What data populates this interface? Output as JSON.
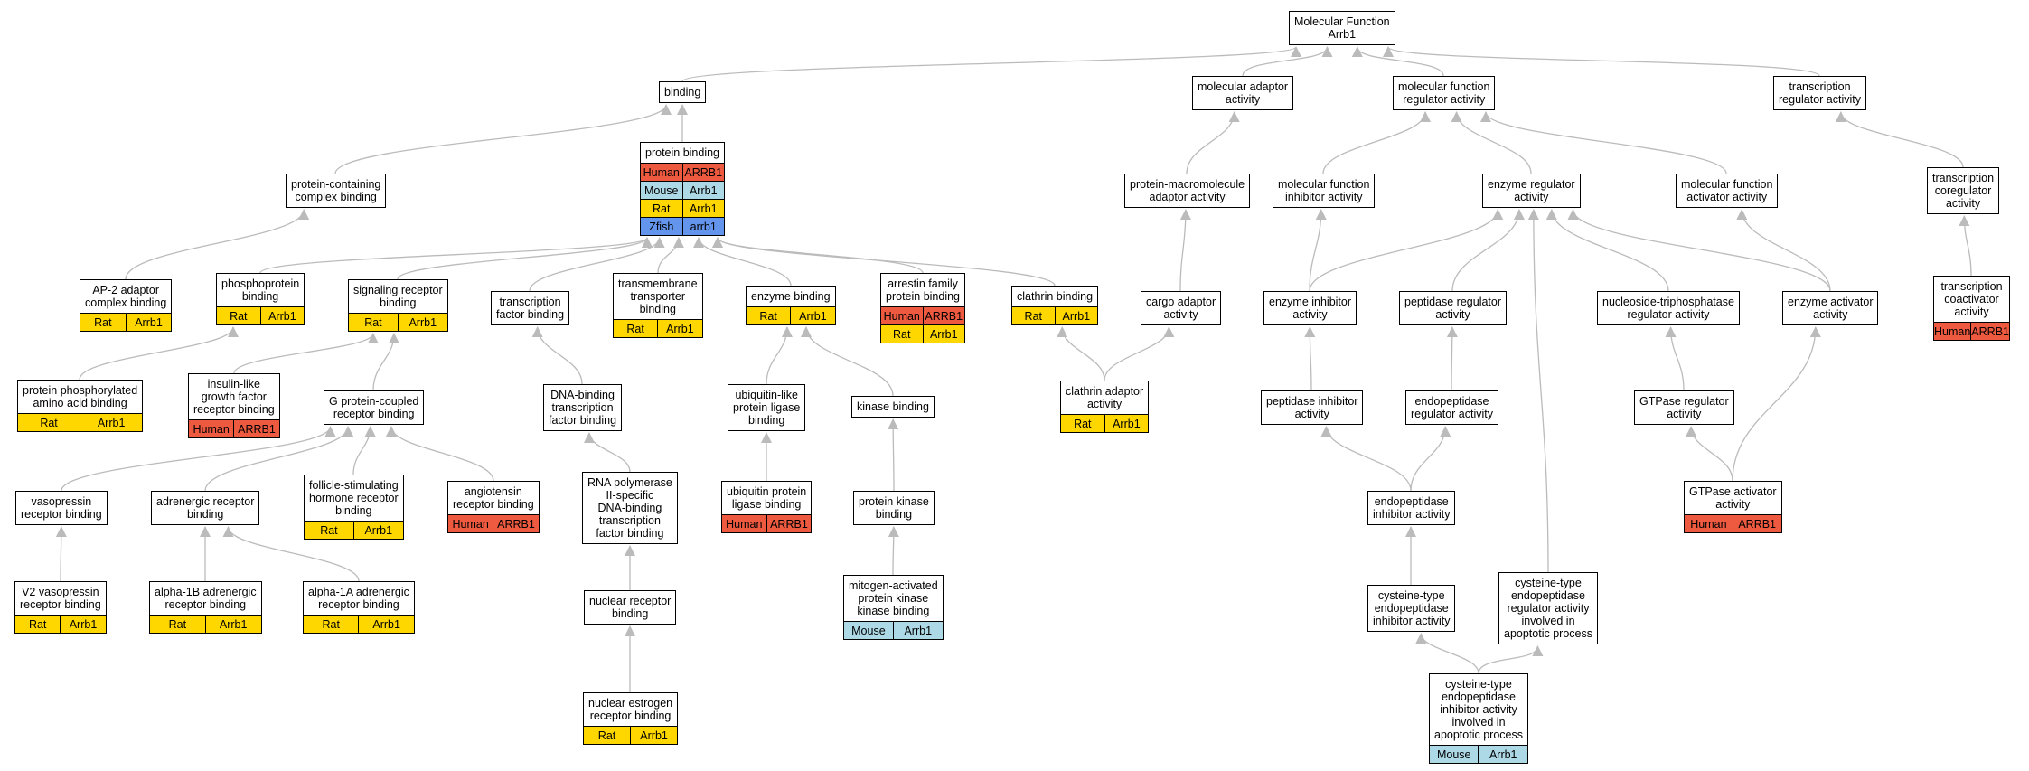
{
  "colors": {
    "Human": "#ee5a40",
    "Mouse": "#add8e6",
    "Rat": "#ffd700",
    "Zfish": "#6495ed",
    "edge": "#bbbbbb"
  },
  "nodes": [
    {
      "id": "mf",
      "label": "Molecular Function\nArrb1",
      "rows": []
    },
    {
      "id": "binding",
      "label": "binding",
      "rows": []
    },
    {
      "id": "molecular_adaptor",
      "label": "molecular adaptor\nactivity",
      "rows": []
    },
    {
      "id": "mf_regulator",
      "label": "molecular function\nregulator activity",
      "rows": []
    },
    {
      "id": "transcription_regulator",
      "label": "transcription\nregulator activity",
      "rows": []
    },
    {
      "id": "protein_binding",
      "label": "protein binding",
      "rows": [
        [
          "Human",
          "ARRB1"
        ],
        [
          "Mouse",
          "Arrb1"
        ],
        [
          "Rat",
          "Arrb1"
        ],
        [
          "Zfish",
          "arrb1"
        ]
      ]
    },
    {
      "id": "protein_containing_complex",
      "label": "protein-containing\ncomplex binding",
      "rows": []
    },
    {
      "id": "protein_macromolecule_adaptor",
      "label": "protein-macromolecule\nadaptor activity",
      "rows": []
    },
    {
      "id": "mf_inhibitor",
      "label": "molecular function\ninhibitor activity",
      "rows": []
    },
    {
      "id": "enzyme_regulator",
      "label": "enzyme regulator\nactivity",
      "rows": []
    },
    {
      "id": "mf_activator",
      "label": "molecular function\nactivator activity",
      "rows": []
    },
    {
      "id": "transcription_coregulator",
      "label": "transcription\ncoregulator\nactivity",
      "rows": []
    },
    {
      "id": "ap2_adaptor",
      "label": "AP-2 adaptor\ncomplex binding",
      "rows": [
        [
          "Rat",
          "Arrb1"
        ]
      ]
    },
    {
      "id": "phosphoprotein",
      "label": "phosphoprotein\nbinding",
      "rows": [
        [
          "Rat",
          "Arrb1"
        ]
      ]
    },
    {
      "id": "signaling_receptor",
      "label": "signaling receptor\nbinding",
      "rows": [
        [
          "Rat",
          "Arrb1"
        ]
      ]
    },
    {
      "id": "transcription_factor",
      "label": "transcription\nfactor binding",
      "rows": []
    },
    {
      "id": "transmembrane_transporter",
      "label": "transmembrane\ntransporter\nbinding",
      "rows": [
        [
          "Rat",
          "Arrb1"
        ]
      ]
    },
    {
      "id": "enzyme_binding",
      "label": "enzyme binding",
      "rows": [
        [
          "Rat",
          "Arrb1"
        ]
      ]
    },
    {
      "id": "arrestin_family",
      "label": "arrestin family\nprotein binding",
      "rows": [
        [
          "Human",
          "ARRB1"
        ],
        [
          "Rat",
          "Arrb1"
        ]
      ]
    },
    {
      "id": "clathrin_binding",
      "label": "clathrin binding",
      "rows": [
        [
          "Rat",
          "Arrb1"
        ]
      ]
    },
    {
      "id": "cargo_adaptor",
      "label": "cargo adaptor\nactivity",
      "rows": []
    },
    {
      "id": "enzyme_inhibitor",
      "label": "enzyme inhibitor\nactivity",
      "rows": []
    },
    {
      "id": "peptidase_regulator",
      "label": "peptidase regulator\nactivity",
      "rows": []
    },
    {
      "id": "ntpase_regulator",
      "label": "nucleoside-triphosphatase\nregulator activity",
      "rows": []
    },
    {
      "id": "enzyme_activator",
      "label": "enzyme activator\nactivity",
      "rows": []
    },
    {
      "id": "transcription_coactivator",
      "label": "transcription\ncoactivator\nactivity",
      "rows": [
        [
          "Human",
          "ARRB1"
        ]
      ]
    },
    {
      "id": "protein_phosphorylated_aa",
      "label": "protein phosphorylated\namino acid binding",
      "rows": [
        [
          "Rat",
          "Arrb1"
        ]
      ]
    },
    {
      "id": "insulin_like_gf",
      "label": "insulin-like\ngrowth factor\nreceptor binding",
      "rows": [
        [
          "Human",
          "ARRB1"
        ]
      ]
    },
    {
      "id": "gpcr_binding",
      "label": "G protein-coupled\nreceptor binding",
      "rows": []
    },
    {
      "id": "dna_binding_tf",
      "label": "DNA-binding\ntranscription\nfactor binding",
      "rows": []
    },
    {
      "id": "ubiquitin_like_ligase",
      "label": "ubiquitin-like\nprotein ligase\nbinding",
      "rows": []
    },
    {
      "id": "kinase_binding",
      "label": "kinase binding",
      "rows": []
    },
    {
      "id": "clathrin_adaptor",
      "label": "clathrin adaptor\nactivity",
      "rows": [
        [
          "Rat",
          "Arrb1"
        ]
      ]
    },
    {
      "id": "peptidase_inhibitor",
      "label": "peptidase inhibitor\nactivity",
      "rows": []
    },
    {
      "id": "endopeptidase_regulator",
      "label": "endopeptidase\nregulator activity",
      "rows": []
    },
    {
      "id": "gtpase_regulator",
      "label": "GTPase regulator\nactivity",
      "rows": []
    },
    {
      "id": "vasopressin_receptor",
      "label": "vasopressin\nreceptor binding",
      "rows": []
    },
    {
      "id": "adrenergic_receptor",
      "label": "adrenergic receptor\nbinding",
      "rows": []
    },
    {
      "id": "fsh_receptor",
      "label": "follicle-stimulating\nhormone receptor\nbinding",
      "rows": [
        [
          "Rat",
          "Arrb1"
        ]
      ]
    },
    {
      "id": "angiotensin_receptor",
      "label": "angiotensin\nreceptor binding",
      "rows": [
        [
          "Human",
          "ARRB1"
        ]
      ]
    },
    {
      "id": "rna_pol2_tf",
      "label": "RNA polymerase\nII-specific\nDNA-binding\ntranscription\nfactor binding",
      "rows": []
    },
    {
      "id": "ubiquitin_ligase",
      "label": "ubiquitin protein\nligase binding",
      "rows": [
        [
          "Human",
          "ARRB1"
        ]
      ]
    },
    {
      "id": "protein_kinase",
      "label": "protein kinase\nbinding",
      "rows": []
    },
    {
      "id": "endopeptidase_inhibitor",
      "label": "endopeptidase\ninhibitor activity",
      "rows": []
    },
    {
      "id": "gtpase_activator",
      "label": "GTPase activator\nactivity",
      "rows": [
        [
          "Human",
          "ARRB1"
        ]
      ]
    },
    {
      "id": "v2_vasopressin",
      "label": "V2 vasopressin\nreceptor binding",
      "rows": [
        [
          "Rat",
          "Arrb1"
        ]
      ]
    },
    {
      "id": "alpha1b_adrenergic",
      "label": "alpha-1B adrenergic\nreceptor binding",
      "rows": [
        [
          "Rat",
          "Arrb1"
        ]
      ]
    },
    {
      "id": "alpha1a_adrenergic",
      "label": "alpha-1A adrenergic\nreceptor binding",
      "rows": [
        [
          "Rat",
          "Arrb1"
        ]
      ]
    },
    {
      "id": "nuclear_receptor",
      "label": "nuclear receptor\nbinding",
      "rows": []
    },
    {
      "id": "mapkk_binding",
      "label": "mitogen-activated\nprotein kinase\nkinase binding",
      "rows": [
        [
          "Mouse",
          "Arrb1"
        ]
      ]
    },
    {
      "id": "cys_endopeptidase_inhibitor",
      "label": "cysteine-type\nendopeptidase\ninhibitor activity",
      "rows": []
    },
    {
      "id": "cys_endopeptidase_reg_apoptotic",
      "label": "cysteine-type\nendopeptidase\nregulator activity\ninvolved in\napoptotic process",
      "rows": []
    },
    {
      "id": "nuclear_estrogen",
      "label": "nuclear estrogen\nreceptor binding",
      "rows": [
        [
          "Rat",
          "Arrb1"
        ]
      ]
    },
    {
      "id": "cys_endopeptidase_inh_apoptotic",
      "label": "cysteine-type\nendopeptidase\ninhibitor activity\ninvolved in\napoptotic process",
      "rows": [
        [
          "Mouse",
          "Arrb1"
        ]
      ]
    }
  ],
  "edges": [
    [
      "binding",
      "mf"
    ],
    [
      "molecular_adaptor",
      "mf"
    ],
    [
      "mf_regulator",
      "mf"
    ],
    [
      "transcription_regulator",
      "mf"
    ],
    [
      "protein_binding",
      "binding"
    ],
    [
      "protein_containing_complex",
      "binding"
    ],
    [
      "protein_macromolecule_adaptor",
      "molecular_adaptor"
    ],
    [
      "mf_inhibitor",
      "mf_regulator"
    ],
    [
      "enzyme_regulator",
      "mf_regulator"
    ],
    [
      "mf_activator",
      "mf_regulator"
    ],
    [
      "transcription_coregulator",
      "transcription_regulator"
    ],
    [
      "ap2_adaptor",
      "protein_containing_complex"
    ],
    [
      "phosphoprotein",
      "protein_binding"
    ],
    [
      "signaling_receptor",
      "protein_binding"
    ],
    [
      "transcription_factor",
      "protein_binding"
    ],
    [
      "transmembrane_transporter",
      "protein_binding"
    ],
    [
      "enzyme_binding",
      "protein_binding"
    ],
    [
      "arrestin_family",
      "protein_binding"
    ],
    [
      "clathrin_binding",
      "protein_binding"
    ],
    [
      "cargo_adaptor",
      "protein_macromolecule_adaptor"
    ],
    [
      "enzyme_inhibitor",
      "mf_inhibitor"
    ],
    [
      "enzyme_inhibitor",
      "enzyme_regulator"
    ],
    [
      "peptidase_regulator",
      "enzyme_regulator"
    ],
    [
      "ntpase_regulator",
      "enzyme_regulator"
    ],
    [
      "enzyme_activator",
      "enzyme_regulator"
    ],
    [
      "enzyme_activator",
      "mf_activator"
    ],
    [
      "transcription_coactivator",
      "transcription_coregulator"
    ],
    [
      "protein_phosphorylated_aa",
      "phosphoprotein"
    ],
    [
      "insulin_like_gf",
      "signaling_receptor"
    ],
    [
      "gpcr_binding",
      "signaling_receptor"
    ],
    [
      "dna_binding_tf",
      "transcription_factor"
    ],
    [
      "ubiquitin_like_ligase",
      "enzyme_binding"
    ],
    [
      "kinase_binding",
      "enzyme_binding"
    ],
    [
      "clathrin_adaptor",
      "clathrin_binding"
    ],
    [
      "clathrin_adaptor",
      "cargo_adaptor"
    ],
    [
      "peptidase_inhibitor",
      "enzyme_inhibitor"
    ],
    [
      "endopeptidase_regulator",
      "peptidase_regulator"
    ],
    [
      "gtpase_regulator",
      "ntpase_regulator"
    ],
    [
      "vasopressin_receptor",
      "gpcr_binding"
    ],
    [
      "adrenergic_receptor",
      "gpcr_binding"
    ],
    [
      "fsh_receptor",
      "gpcr_binding"
    ],
    [
      "angiotensin_receptor",
      "gpcr_binding"
    ],
    [
      "rna_pol2_tf",
      "dna_binding_tf"
    ],
    [
      "ubiquitin_ligase",
      "ubiquitin_like_ligase"
    ],
    [
      "protein_kinase",
      "kinase_binding"
    ],
    [
      "endopeptidase_inhibitor",
      "peptidase_inhibitor"
    ],
    [
      "endopeptidase_inhibitor",
      "endopeptidase_regulator"
    ],
    [
      "gtpase_activator",
      "gtpase_regulator"
    ],
    [
      "gtpase_activator",
      "enzyme_activator"
    ],
    [
      "v2_vasopressin",
      "vasopressin_receptor"
    ],
    [
      "alpha1b_adrenergic",
      "adrenergic_receptor"
    ],
    [
      "alpha1a_adrenergic",
      "adrenergic_receptor"
    ],
    [
      "nuclear_receptor",
      "rna_pol2_tf"
    ],
    [
      "mapkk_binding",
      "protein_kinase"
    ],
    [
      "cys_endopeptidase_inhibitor",
      "endopeptidase_inhibitor"
    ],
    [
      "cys_endopeptidase_reg_apoptotic",
      "enzyme_regulator"
    ],
    [
      "nuclear_estrogen",
      "nuclear_receptor"
    ],
    [
      "cys_endopeptidase_inh_apoptotic",
      "cys_endopeptidase_inhibitor"
    ],
    [
      "cys_endopeptidase_inh_apoptotic",
      "cys_endopeptidase_reg_apoptotic"
    ]
  ]
}
